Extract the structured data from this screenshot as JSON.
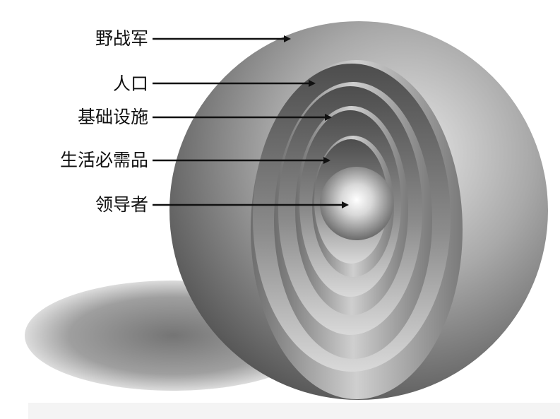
{
  "diagram": {
    "labels": [
      {
        "id": "field-army",
        "text": "野战军"
      },
      {
        "id": "population",
        "text": "人口"
      },
      {
        "id": "infrastructure",
        "text": "基础设施"
      },
      {
        "id": "essentials",
        "text": "生活必需品"
      },
      {
        "id": "leadership",
        "text": "领导者"
      }
    ]
  }
}
